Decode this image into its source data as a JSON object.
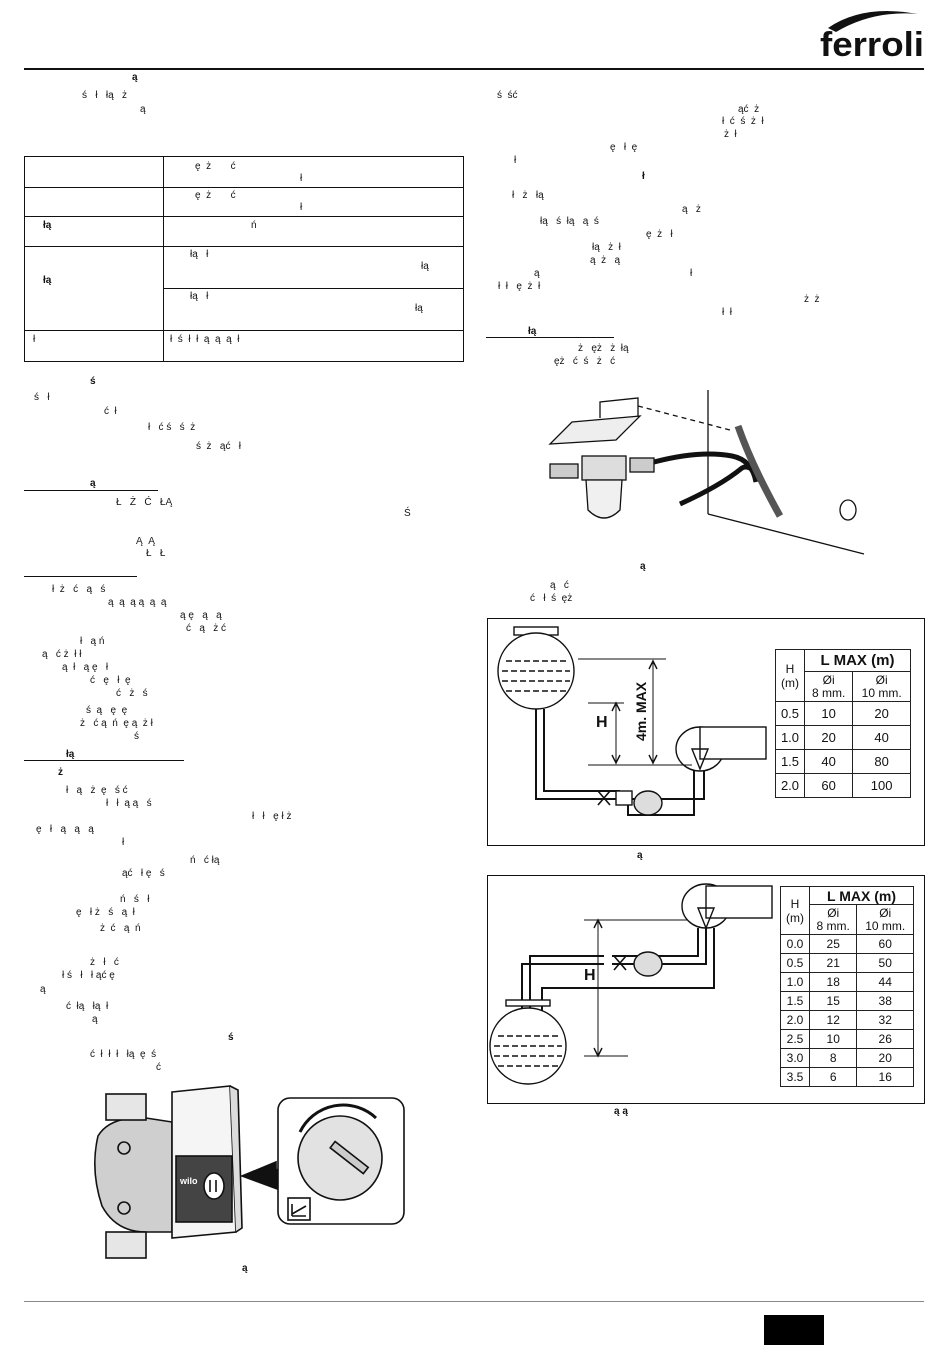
{
  "brand": {
    "name": "ferroli"
  },
  "left_column": {
    "heading1": "ą",
    "intro_lines": [
      "ś   ł   łą   ż",
      "ą"
    ],
    "spec_table": {
      "rows": [
        {
          "left": "",
          "right_lines": [
            "ę  ż       ć",
            "ł"
          ]
        },
        {
          "left": "",
          "right_lines": [
            "ę  ż       ć",
            "ł"
          ]
        },
        {
          "left": "łą",
          "right_lines": [
            "ń"
          ]
        },
        {
          "left": "łą",
          "right_lines": [
            "łą   ł",
            "łą",
            "łą   ł",
            "łą"
          ]
        },
        {
          "left": "ł",
          "right_lines": [
            "ł  ś  ł  ł  ą  ą  ą  ł"
          ]
        }
      ]
    },
    "section_s": "ś",
    "s_lines": [
      "ś   ł",
      "ć  ł",
      "ł   ć ś   ś  ż",
      "ś  ż   ąć   ł"
    ],
    "section2_title": "ą",
    "section2_lines": [
      "Ł   Ż   Ć   ŁĄ",
      "Ś",
      "Ą  Ą",
      "Ł   Ł"
    ],
    "section3_lines": [
      "ł  ż   ć   ą   ś",
      "ą  ą  ą ą  ą  ą",
      "ą ę   ą   ą",
      "ć   ą   ż ć",
      "ł   ą ń",
      "ą   ć ż  ł ł",
      "ą  ł   ą ę   ł",
      "ć   ę   ł  ę",
      "ć   ż   ś",
      "ś  ą   ę  ę",
      "ż   ć ą  ń  ę ą  ż ł",
      "ś"
    ],
    "section4_title": "łą",
    "section4_sub": "ż",
    "section4_lines": [
      "ł   ą   ż  ę   ś ć",
      "ł   ł  ą ą   ś",
      "ł   ł   ę ł ż",
      "ę   ł   ą   ą   ą",
      "ł",
      "ń   ć łą",
      "ąć   ł ę   ś",
      "ń   ś   ł",
      "ę   ł ż   ś   ą  ł",
      "ż  ć   ą  ń",
      "ż   ł   ć",
      "ł ś   ł   ł ąć ę",
      "ą",
      "ć  łą   łą  ł",
      "ą",
      "ś",
      "ć  ł  ł  ł   łą  ę  ś",
      "ć"
    ],
    "pump_caption": "ą",
    "pump_brand": "wilo"
  },
  "right_column": {
    "top_lines": [
      "ś  ść",
      "ąć  ż",
      "ł  ć  ś  ż  ł",
      "ż  ł",
      "ę   ł  ę",
      "ł",
      "ł",
      "ł   ż   łą",
      "ą   ż",
      "łą   ś  łą   ą  ś",
      "ę  ż   ł",
      "łą   ż  ł",
      "ą",
      "ą  ż   ą",
      "ł",
      "ł  ł   ę  ż  ł",
      "ż  ż",
      "ł  ł"
    ],
    "section_title": "łą",
    "section_lines": [
      "ż   ęż   ż  łą",
      "ęż   ć  ś   ż   ć"
    ],
    "filter_caption": "ą",
    "filter_lines": [
      "ą   ć",
      "ć   ł  ś  ęż"
    ],
    "fig1": {
      "label_h": "H",
      "label_4m": "4m. MAX",
      "table": {
        "header": [
          "H",
          "(m)",
          "L MAX (m)",
          "Øi",
          "8 mm.",
          "Øi",
          "10 mm."
        ],
        "rows": [
          [
            "0.5",
            "10",
            "20"
          ],
          [
            "1.0",
            "20",
            "40"
          ],
          [
            "1.5",
            "40",
            "80"
          ],
          [
            "2.0",
            "60",
            "100"
          ]
        ]
      }
    },
    "fig1_caption": "ą",
    "fig2": {
      "label_h": "H",
      "table": {
        "header": [
          "H",
          "(m)",
          "L MAX (m)",
          "Øi",
          "8 mm.",
          "Øi",
          "10 mm."
        ],
        "rows": [
          [
            "0.0",
            "25",
            "60"
          ],
          [
            "0.5",
            "21",
            "50"
          ],
          [
            "1.0",
            "18",
            "44"
          ],
          [
            "1.5",
            "15",
            "38"
          ],
          [
            "2.0",
            "12",
            "32"
          ],
          [
            "2.5",
            "10",
            "26"
          ],
          [
            "3.0",
            "8",
            "20"
          ],
          [
            "3.5",
            "6",
            "16"
          ]
        ]
      }
    },
    "fig2_caption": "ą   ą"
  },
  "colors": {
    "ink": "#111111",
    "page_box": "#000000"
  }
}
